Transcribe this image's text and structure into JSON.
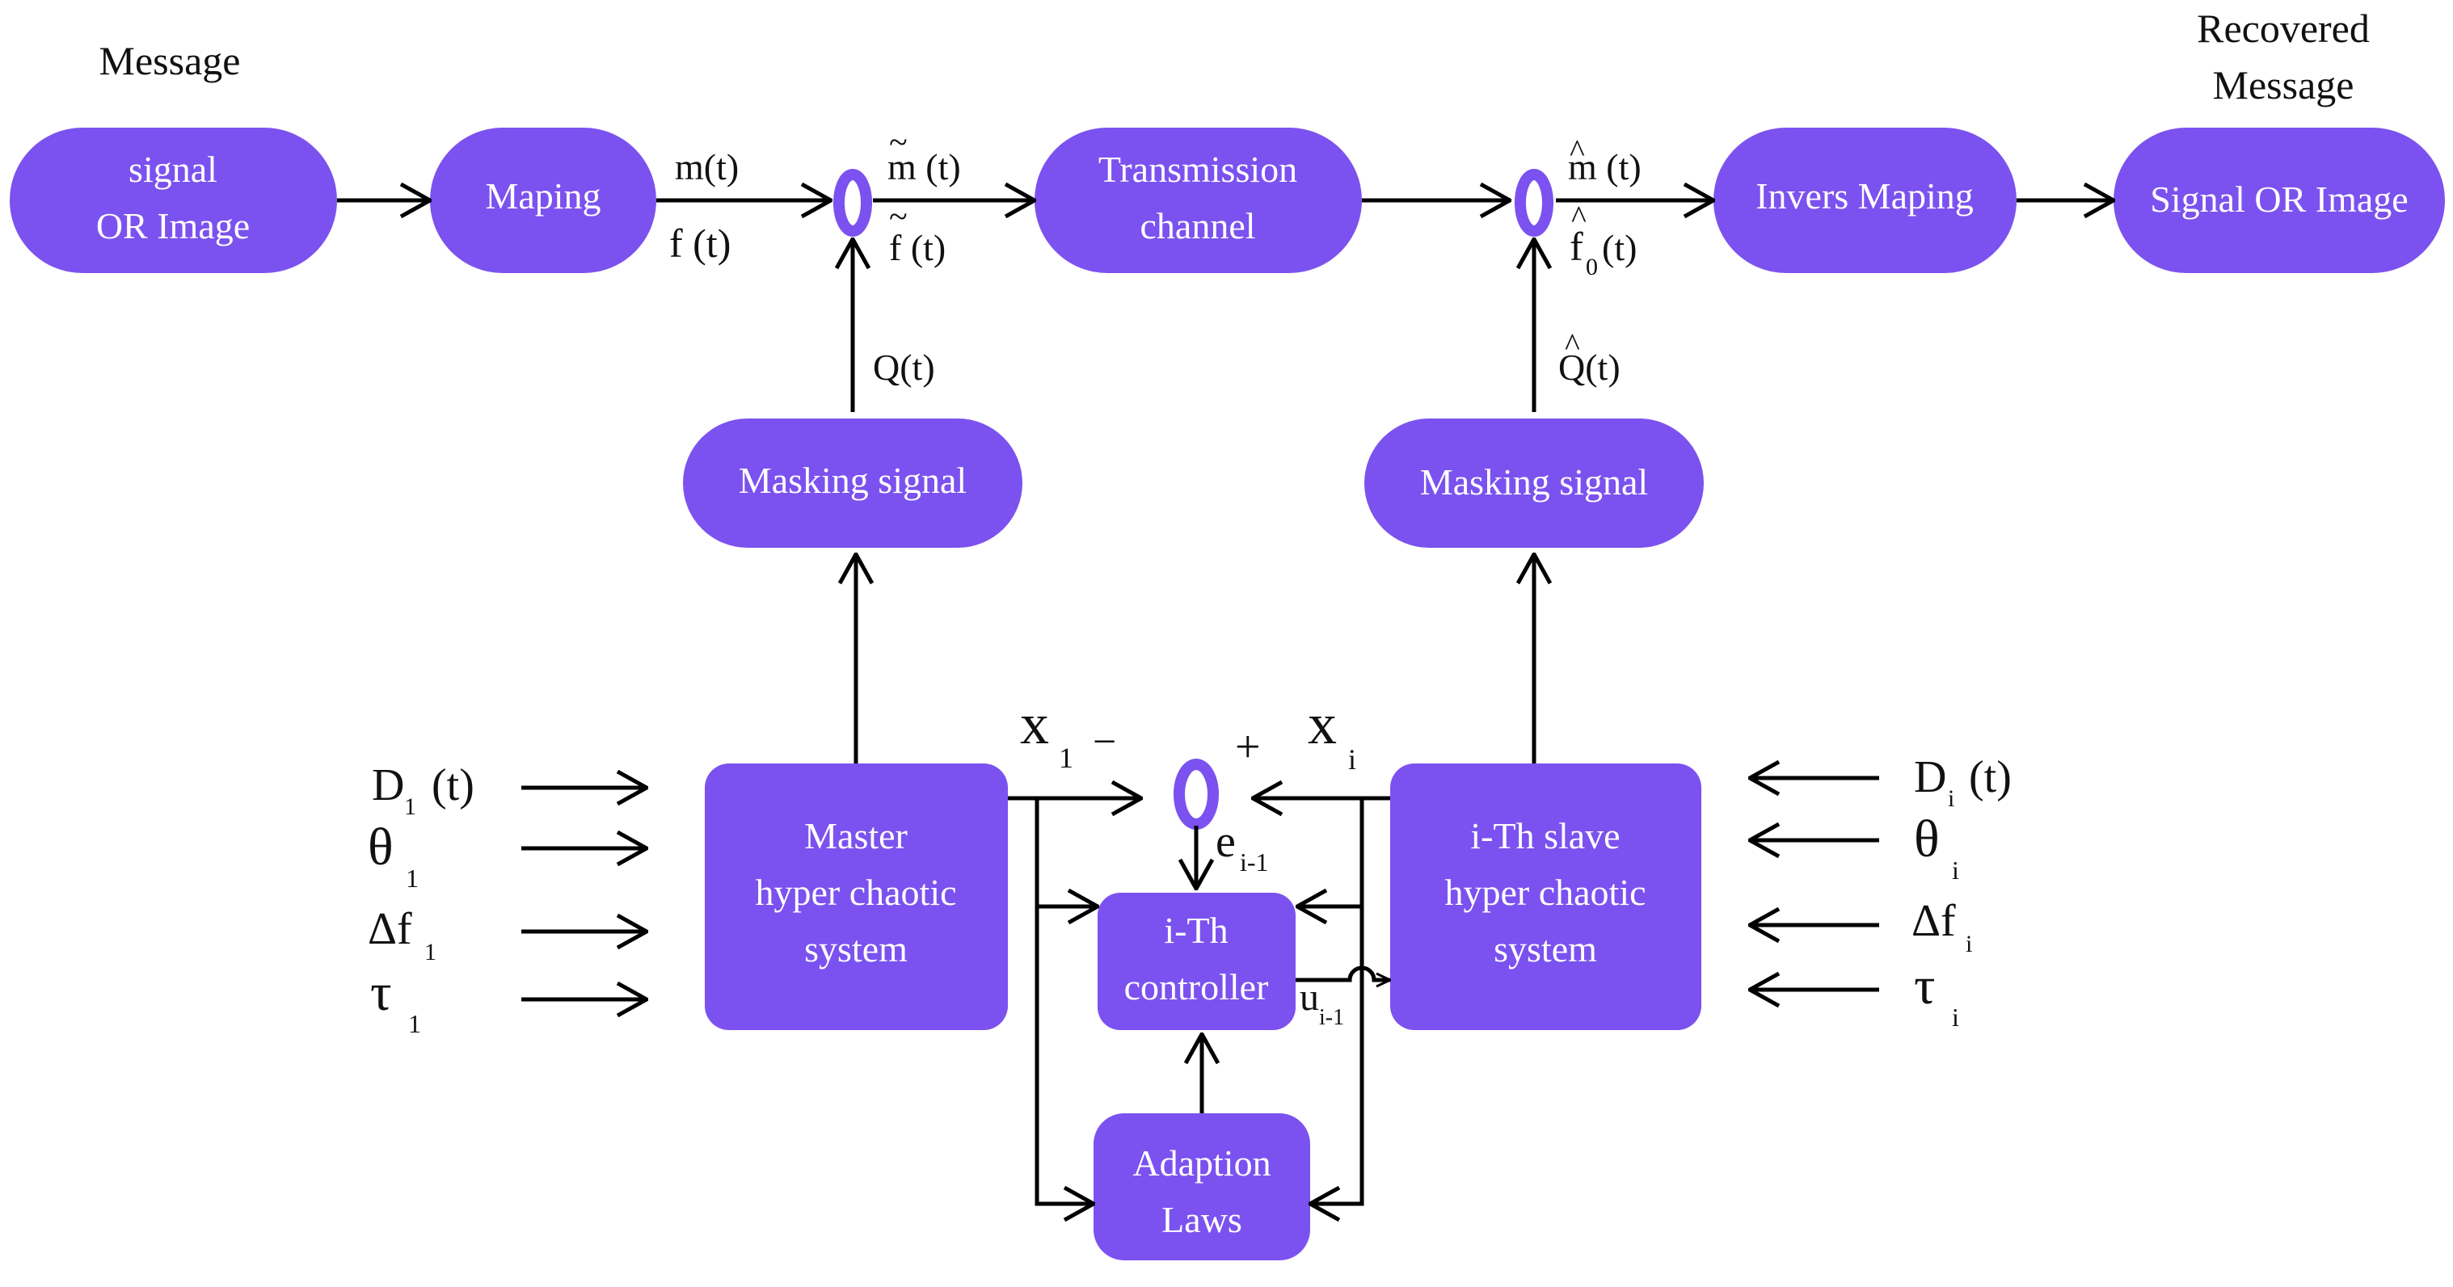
{
  "colors": {
    "node_fill": "#7b52ef",
    "line": "#000000",
    "label": "#111111",
    "node_text": "#ffffff"
  },
  "labels": {
    "message": "Message",
    "recovered_line1": "Recovered",
    "recovered_line2": "Message"
  },
  "nodes": {
    "signal_image_in": {
      "line1": "signal",
      "line2": "OR Image"
    },
    "mapping": {
      "label": "Maping"
    },
    "transmission": {
      "line1": "Transmission",
      "line2": "channel"
    },
    "inverse_mapping": {
      "label": "Invers Maping"
    },
    "signal_image_out": {
      "label": "Signal OR Image"
    },
    "masking_left": {
      "label": "Masking signal"
    },
    "masking_right": {
      "label": "Masking signal"
    },
    "master": {
      "line1": "Master",
      "line2": "hyper chaotic",
      "line3": "system"
    },
    "slave": {
      "line1": "i-Th slave",
      "line2": "hyper chaotic",
      "line3": "system"
    },
    "controller": {
      "line1": "i-Th",
      "line2": "controller"
    },
    "adaption": {
      "line1": "Adaption",
      "line2": "Laws"
    }
  },
  "signals": {
    "m_t": "m(t)",
    "f_t": "f (t)",
    "m_tilde": "m (t)",
    "f_tilde": "f (t)",
    "q_t": "Q(t)",
    "m_hat": "m (t)",
    "f_hat_f": "f",
    "f_hat_sub": "0",
    "f_hat_t": "(t)",
    "q_hat": "Q(t)",
    "tilde_mark": "~",
    "hat_mark": "^",
    "x1_x": "x",
    "x1_sub": "1",
    "minus": "−",
    "plus": "+",
    "xi_x": "x",
    "xi_sub": "i",
    "e_e": "e",
    "e_sub": "i-1",
    "u_u": "u",
    "u_sub": "i-1"
  },
  "master_inputs": [
    {
      "main": "D",
      "sub": "1",
      "post": " (t)"
    },
    {
      "main": "θ",
      "sub": "1",
      "post": ""
    },
    {
      "main": "Δf",
      "sub": "1",
      "post": ""
    },
    {
      "main": "τ",
      "sub": "1",
      "post": ""
    }
  ],
  "slave_inputs": [
    {
      "main": "D",
      "sub": "i",
      "post": " (t)"
    },
    {
      "main": "θ",
      "sub": "i",
      "post": ""
    },
    {
      "main": "Δf",
      "sub": "i",
      "post": ""
    },
    {
      "main": "τ",
      "sub": "i",
      "post": ""
    }
  ]
}
